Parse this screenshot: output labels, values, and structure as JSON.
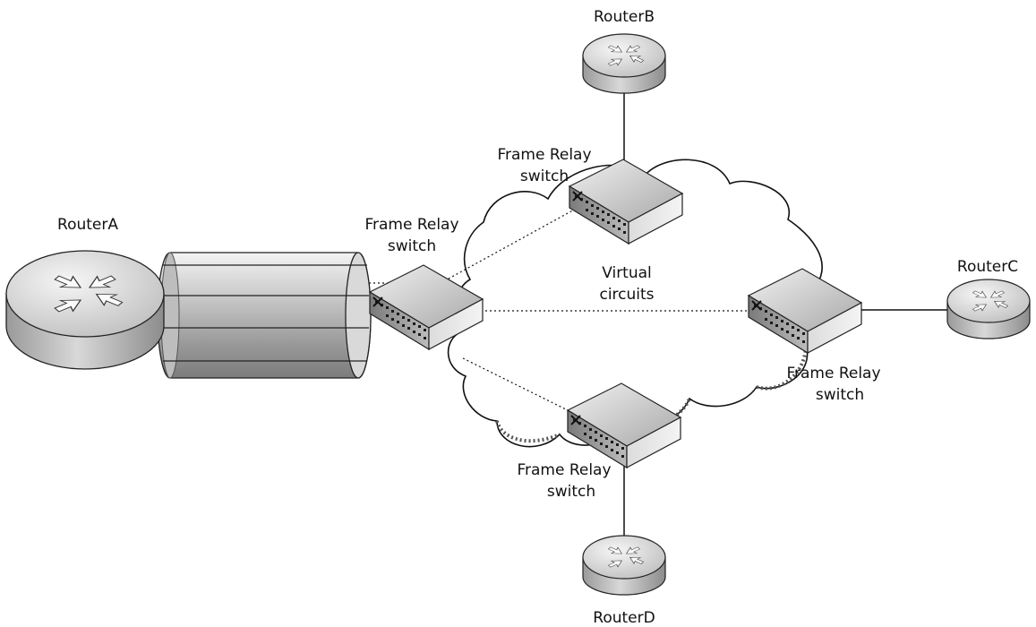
{
  "diagram": {
    "routers": {
      "a": "RouterA",
      "b": "RouterB",
      "c": "RouterC",
      "d": "RouterD"
    },
    "switches": {
      "center": {
        "line1": "Frame Relay",
        "line2": "switch"
      },
      "top": {
        "line1": "Frame Relay",
        "line2": "switch"
      },
      "right": {
        "line1": "Frame Relay",
        "line2": "switch"
      },
      "bottom": {
        "line1": "Frame Relay",
        "line2": "switch"
      }
    },
    "cloud_label": {
      "line1": "Virtual",
      "line2": "circuits"
    },
    "colors": {
      "line": "#111111",
      "device_light": "#e6e6e6",
      "device_dark": "#8a8a8a"
    }
  }
}
